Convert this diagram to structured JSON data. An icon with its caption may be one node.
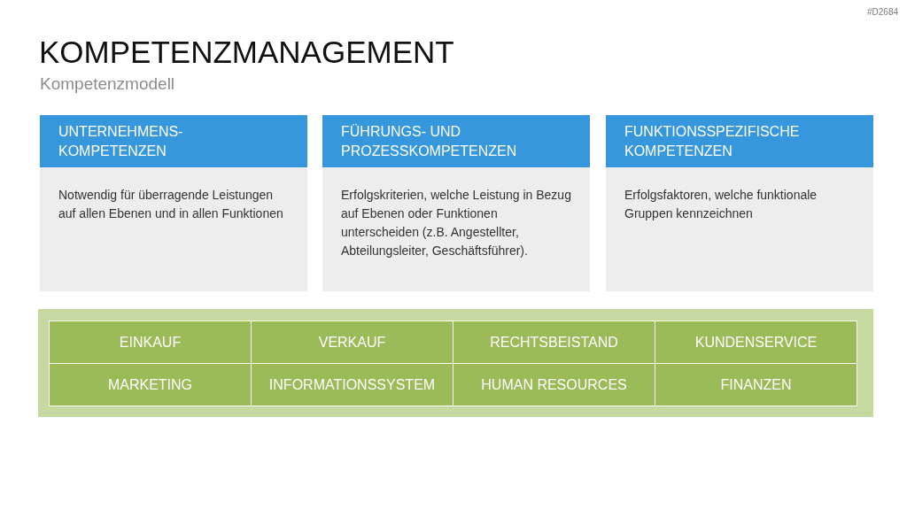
{
  "diagram": {
    "title": "KOMPETENZMANAGEMENT",
    "nodes": [
      {
        "text": [
          "UNTERNEHMENS- KOMPETENZEN",
          "Notwendig für überragende Leistungen auf allen Ebenen und in allen Funktionen"
        ]
      },
      {
        "text": [
          "FÜHRUNGS- UND PROZESSKOMPETENZEN",
          "Erfolgskriterien, welche Leistung in Bezug auf Ebenen oder Funktionen unterscheiden (z.B. Angestellter, Abteilungsleiter, Geschäftsführer)."
        ]
      },
      {
        "text": [
          "FUNKTIONSSPEZIFISCHE KOMPETENZEN",
          "Erfolgsfaktoren, welche funktionale Gruppen kennzeichnen"
        ]
      },
      {
        "text": [],
        "shape": "box"
      },
      {
        "text": [
          "EINKAUF"
        ],
        "in": 3
      },
      {
        "text": [
          "VERKAUF"
        ],
        "in": 3
      },
      {
        "text": [
          "RECHTSBEISTAND"
        ],
        "in": 3
      },
      {
        "text": [
          "KUNDENSERVICE"
        ],
        "in": 3
      },
      {
        "text": [
          "MARKETING"
        ],
        "in": 3
      },
      {
        "text": [
          "INFORMATIONSSYSTEM"
        ],
        "in": 3
      },
      {
        "text": [
          "HUMAN RESOURCES"
        ],
        "in": 3
      },
      {
        "text": [
          "FINANZEN"
        ],
        "in": 3
      }
    ],
    "labels": [
      "#D2684",
      "Kompetenzmodell"
    ]
  }
}
